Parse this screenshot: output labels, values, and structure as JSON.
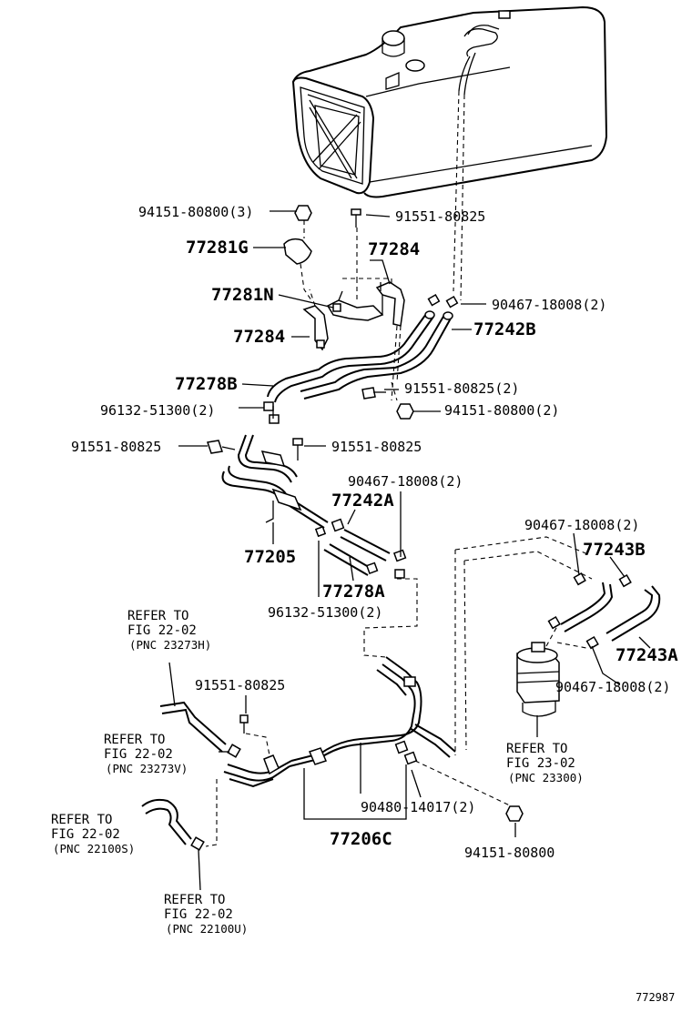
{
  "diagram": {
    "labels": [
      {
        "id": "p94151-80800-3",
        "text": "94151-80800(3)"
      },
      {
        "id": "p91551-80825-a",
        "text": "91551-80825"
      },
      {
        "id": "p77281G",
        "text": "77281G"
      },
      {
        "id": "p77284-a",
        "text": "77284"
      },
      {
        "id": "p77281N",
        "text": "77281N"
      },
      {
        "id": "p90467-18008-2-a",
        "text": "90467-18008(2)"
      },
      {
        "id": "p77284-b",
        "text": "77284"
      },
      {
        "id": "p77242B",
        "text": "77242B"
      },
      {
        "id": "p77278B",
        "text": "77278B"
      },
      {
        "id": "p91551-80825-2",
        "text": "91551-80825(2)"
      },
      {
        "id": "p96132-51300-2-a",
        "text": "96132-51300(2)"
      },
      {
        "id": "p94151-80800-2",
        "text": "94151-80800(2)"
      },
      {
        "id": "p91551-80825-b",
        "text": "91551-80825"
      },
      {
        "id": "p91551-80825-c",
        "text": "91551-80825"
      },
      {
        "id": "p90467-18008-2-b",
        "text": "90467-18008(2)"
      },
      {
        "id": "p77242A",
        "text": "77242A"
      },
      {
        "id": "p90467-18008-2-c",
        "text": "90467-18008(2)"
      },
      {
        "id": "p77243B",
        "text": "77243B"
      },
      {
        "id": "p77205",
        "text": "77205"
      },
      {
        "id": "p77278A",
        "text": "77278A"
      },
      {
        "id": "p96132-51300-2-b",
        "text": "96132-51300(2)"
      },
      {
        "id": "p77243A",
        "text": "77243A"
      },
      {
        "id": "p90467-18008-2-d",
        "text": "90467-18008(2)"
      },
      {
        "id": "p91551-80825-d",
        "text": "91551-80825"
      },
      {
        "id": "p90480-14017-2",
        "text": "90480-14017(2)"
      },
      {
        "id": "p77206C",
        "text": "77206C"
      },
      {
        "id": "p94151-80800",
        "text": "94151-80800"
      }
    ],
    "refers": [
      {
        "id": "ref-23273h",
        "line1": "REFER TO",
        "line2": "FIG 22-02",
        "line3": "(PNC 23273H)"
      },
      {
        "id": "ref-23273v",
        "line1": "REFER TO",
        "line2": "FIG 22-02",
        "line3": "(PNC 23273V)"
      },
      {
        "id": "ref-22100s",
        "line1": "REFER TO",
        "line2": "FIG 22-02",
        "line3": "(PNC 22100S)"
      },
      {
        "id": "ref-22100u",
        "line1": "REFER TO",
        "line2": "FIG 22-02",
        "line3": "(PNC 22100U)"
      },
      {
        "id": "ref-23300",
        "line1": "REFER TO",
        "line2": "FIG 23-02",
        "line3": "(PNC 23300)"
      }
    ],
    "figure_code": "772987"
  }
}
